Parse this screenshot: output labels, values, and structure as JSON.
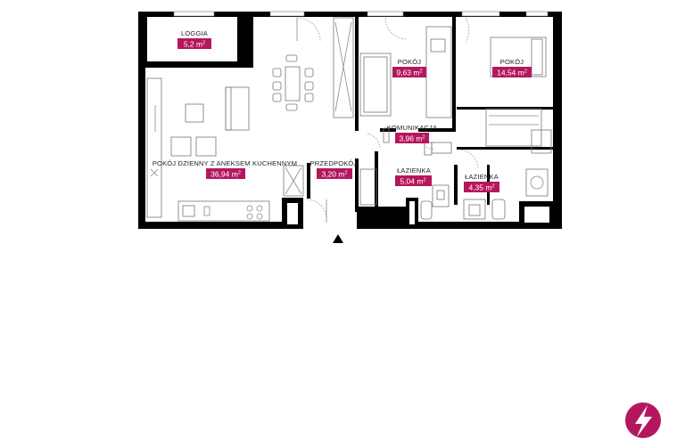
{
  "colors": {
    "accent": "#b5175e",
    "wall": "#000000",
    "label_text": "#222222",
    "area_text": "#ffffff"
  },
  "rooms": [
    {
      "name": "LOGGIA",
      "area": "5,2 m",
      "sup": "2"
    },
    {
      "name": "POKÓJ DZIENNY Z ANEKSEM KUCHENNYM",
      "area": "36,94 m",
      "sup": "2"
    },
    {
      "name": "PRZEDPOKÓJ",
      "area": "3,20 m",
      "sup": "2"
    },
    {
      "name": "POKÓJ",
      "area": "9,63 m",
      "sup": "2"
    },
    {
      "name": "KOMUNIKACJA",
      "area": "3,96 m",
      "sup": "2"
    },
    {
      "name": "ŁAZIENKA",
      "area": "5,04 m",
      "sup": "2"
    },
    {
      "name": "POKÓJ",
      "area": "14,54 m",
      "sup": "2"
    },
    {
      "name": "ŁAZIENKA",
      "area": "4,35 m",
      "sup": "2"
    }
  ],
  "icons": {
    "entrance": "entrance-arrow-icon",
    "logo": "brand-logo-icon"
  }
}
